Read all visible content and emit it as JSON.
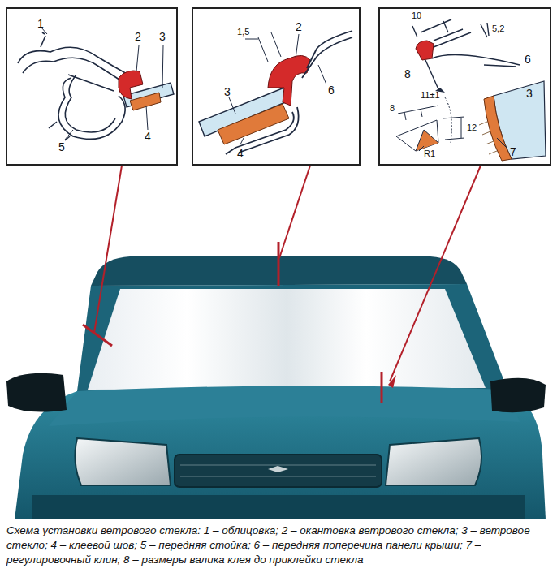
{
  "diagram": {
    "caption": "Схема установки ветрового стекла: 1 – облицовка; 2 – окантовка ветрового стекла; 3 – ветровое стекло; 4 – клеевой шов; 5 – передняя стойка; 6 – передняя поперечина панели крыши; 7 – регулировочный клин; 8 – размеры валика клея до приклейки стекла",
    "labels": [
      "1",
      "2",
      "3",
      "5",
      "4",
      "1,5",
      "2",
      "3",
      "6",
      "4",
      "10",
      "5,2",
      "6",
      "8",
      "11±1",
      "8",
      "12",
      "R1",
      "3",
      "7"
    ]
  }
}
